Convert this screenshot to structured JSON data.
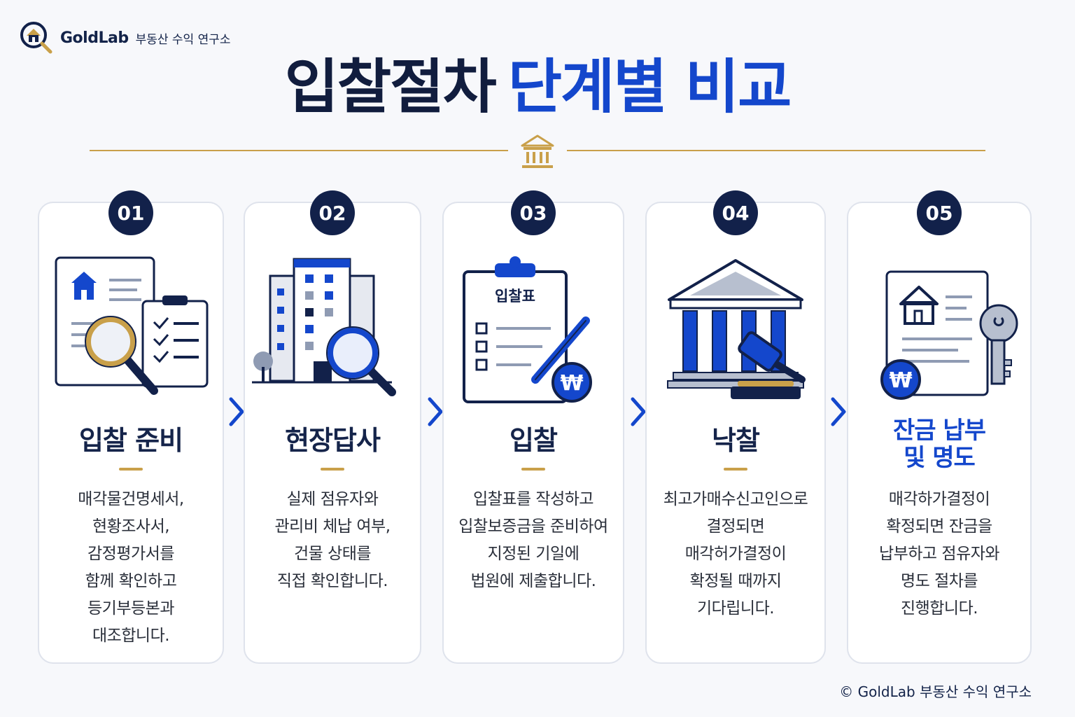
{
  "brand": {
    "name": "GoldLab",
    "subtitle": "부동산 수익 연구소",
    "logo_icon": "house-magnifier-icon"
  },
  "title": {
    "part1": "입찰절차",
    "part2": "단계별 비교"
  },
  "divider_icon": "courthouse-icon",
  "colors": {
    "navy": "#12214a",
    "blue": "#1447cc",
    "gold": "#c9a04a",
    "card_border": "#dfe3ec"
  },
  "steps": [
    {
      "number": "01",
      "title": "입찰 준비",
      "icon": "documents-magnifier-checklist-icon",
      "lines": [
        "매각물건명세서,",
        "현황조사서,",
        "감정평가서를",
        "함께 확인하고",
        "등기부등본과",
        "대조합니다."
      ]
    },
    {
      "number": "02",
      "title": "현장답사",
      "icon": "building-magnifier-icon",
      "lines": [
        "실제 점유자와",
        "관리비 체납 여부,",
        "건물 상태를",
        "직접 확인합니다."
      ]
    },
    {
      "number": "03",
      "title": "입찰",
      "icon": "bid-form-pen-won-icon",
      "form_label": "입찰표",
      "lines": [
        "입찰표를 작성하고",
        "입찰보증금을 준비하여",
        "지정된 기일에",
        "법원에 제출합니다."
      ]
    },
    {
      "number": "04",
      "title": "낙찰",
      "icon": "court-gavel-icon",
      "lines": [
        "최고가매수신고인으로",
        "결정되면",
        "매각허가결정이",
        "확정될 때까지",
        "기다립니다."
      ]
    },
    {
      "number": "05",
      "title_line1": "잔금 납부",
      "title_line2": "및 명도",
      "icon": "document-key-won-icon",
      "lines": [
        "매각하가결정이",
        "확정되면 잔금을",
        "납부하고 점유자와",
        "명도 절차를",
        "진행합니다."
      ]
    }
  ],
  "arrow_icon": "chevron-right-icon",
  "footer": {
    "text": "© GoldLab 부동산 수익 연구소"
  }
}
